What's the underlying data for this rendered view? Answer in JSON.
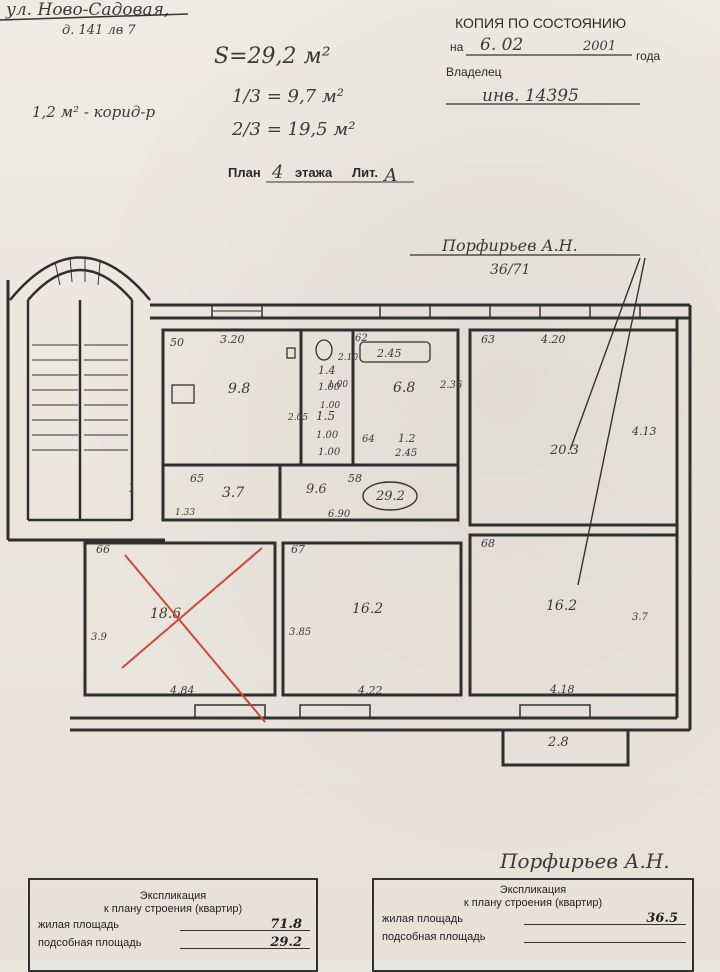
{
  "header": {
    "street": "ул. Ново-Садовая,",
    "house": "д. 141 лв 7",
    "stamp_line1": "КОПИЯ ПО СОСТОЯНИЮ",
    "stamp_na": "на",
    "stamp_date": "6. 02",
    "stamp_year": "2001",
    "stamp_goda": "года",
    "stamp_owner_label": "Владелец",
    "stamp_inv": "инв. 14395"
  },
  "notes": {
    "area_total": "S=29,2 м²",
    "area_third": "1/3 = 9,7 м²",
    "area_two_thirds": "2/3 = 19,5 м²",
    "corridor_note": "1,2 м² - корид-р"
  },
  "plan_title": {
    "prefix": "План",
    "floor": "4",
    "etazha": "этажа",
    "lit": "Лит.",
    "lit_value": "А"
  },
  "owner_annotation": {
    "name": "Порфирьев А.Н.",
    "share": "36/71"
  },
  "rooms": [
    {
      "id": "50",
      "dim_top": "3.20",
      "area": "9.8"
    },
    {
      "id": "wc",
      "area": "1.4",
      "dims": [
        "1.00",
        "2.10"
      ]
    },
    {
      "id": "62",
      "dim_top": "2.45",
      "area": "6.8",
      "dim_side": "2.36"
    },
    {
      "id": "corr",
      "area": "1.5",
      "dims": [
        "1.00",
        "1.00"
      ]
    },
    {
      "id": "64",
      "area": "1.2",
      "dim": "2.45"
    },
    {
      "id": "63",
      "dim_top": "4.20",
      "area": "20.3",
      "dim_side": "4.13"
    },
    {
      "id": "65",
      "area": "3.7"
    },
    {
      "id": "58",
      "area": "9.6",
      "dim": "6.90",
      "circled_total": "29.2"
    },
    {
      "id": "66",
      "area": "18.6",
      "dim_bottom": "4.84",
      "dim_side": "3.9"
    },
    {
      "id": "67",
      "area": "16.2",
      "dim_bottom": "4.22",
      "dim_side": "3.85"
    },
    {
      "id": "68",
      "area": "16.2",
      "dim_bottom": "4.18",
      "dim_side": "3.7"
    },
    {
      "id": "balcony",
      "area": "2.8"
    }
  ],
  "stair_label": "1",
  "dim_misc": [
    "2.05",
    "1.00",
    "1.00",
    "1.33"
  ],
  "signature": "Порфирьев А.Н.",
  "explication_left": {
    "title": "Экспликация",
    "subtitle": "к плану строения (квартир)",
    "living_label": "жилая площадь",
    "living_value": "71.8",
    "aux_label": "подсобная площадь",
    "aux_value": "29.2"
  },
  "explication_right": {
    "title": "Экспликация",
    "subtitle": "к плану строения (квартир)",
    "living_label": "жилая площадь",
    "living_value": "36.5",
    "aux_label": "подсобная площадь",
    "aux_value": ""
  },
  "colors": {
    "ink": "#2a2a2a",
    "red_cross": "#d2473a",
    "paper": "#e9e6df"
  }
}
